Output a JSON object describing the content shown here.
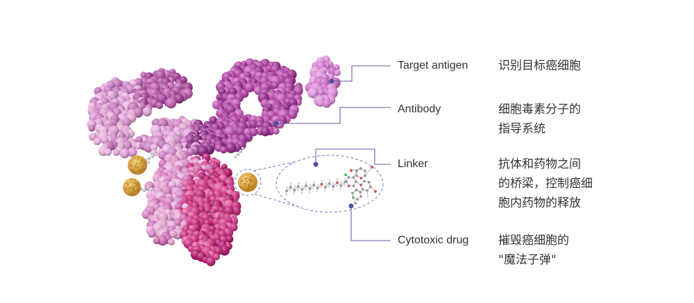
{
  "labels": [
    {
      "name": "Target antigen",
      "description": [
        "识别目标癌细胞"
      ]
    },
    {
      "name": "Antibody",
      "description": [
        "细胞毒素分子的",
        "指导系统"
      ]
    },
    {
      "name": "Linker",
      "description": [
        "抗体和药物之间",
        "的桥梁，控制癌细",
        "胞内药物的释放"
      ]
    },
    {
      "name": "Cytotoxic drug",
      "description": [
        "摧毁癌细胞的",
        "\"魔法子弹\""
      ]
    }
  ],
  "colors": {
    "background": "#ffffff",
    "label_text": "#333333",
    "connector": "#5b5fa8",
    "connector_dot": "#4b4f9e",
    "callout_dash": "#8a8ac0",
    "drug": "#d9a441",
    "linker_gray": "#c2c2c2",
    "palettes": {
      "left_light": [
        "#eab6de",
        "#de9fd4",
        "#cf85c6",
        "#e2a9d8",
        "#c577bb"
      ],
      "left_purple": [
        "#b65aa8",
        "#a84a9c",
        "#c46ab6",
        "#9e4092"
      ],
      "hinge": [
        "#8e2e84",
        "#a23e96",
        "#7e2676"
      ],
      "right_arm": [
        "#bb4fae",
        "#a83f9e",
        "#c862bc",
        "#9a3490",
        "#b347a8"
      ],
      "fc_light": [
        "#e6a4d2",
        "#da8cc6",
        "#cf74ba",
        "#eab4da"
      ],
      "fc_dark": [
        "#d4448c",
        "#c22c7c",
        "#e2609e",
        "#b21e6e",
        "#cc3884"
      ],
      "antigen": [
        "#d680d2",
        "#e29ade",
        "#ca6cc6",
        "#de8cda"
      ]
    }
  }
}
